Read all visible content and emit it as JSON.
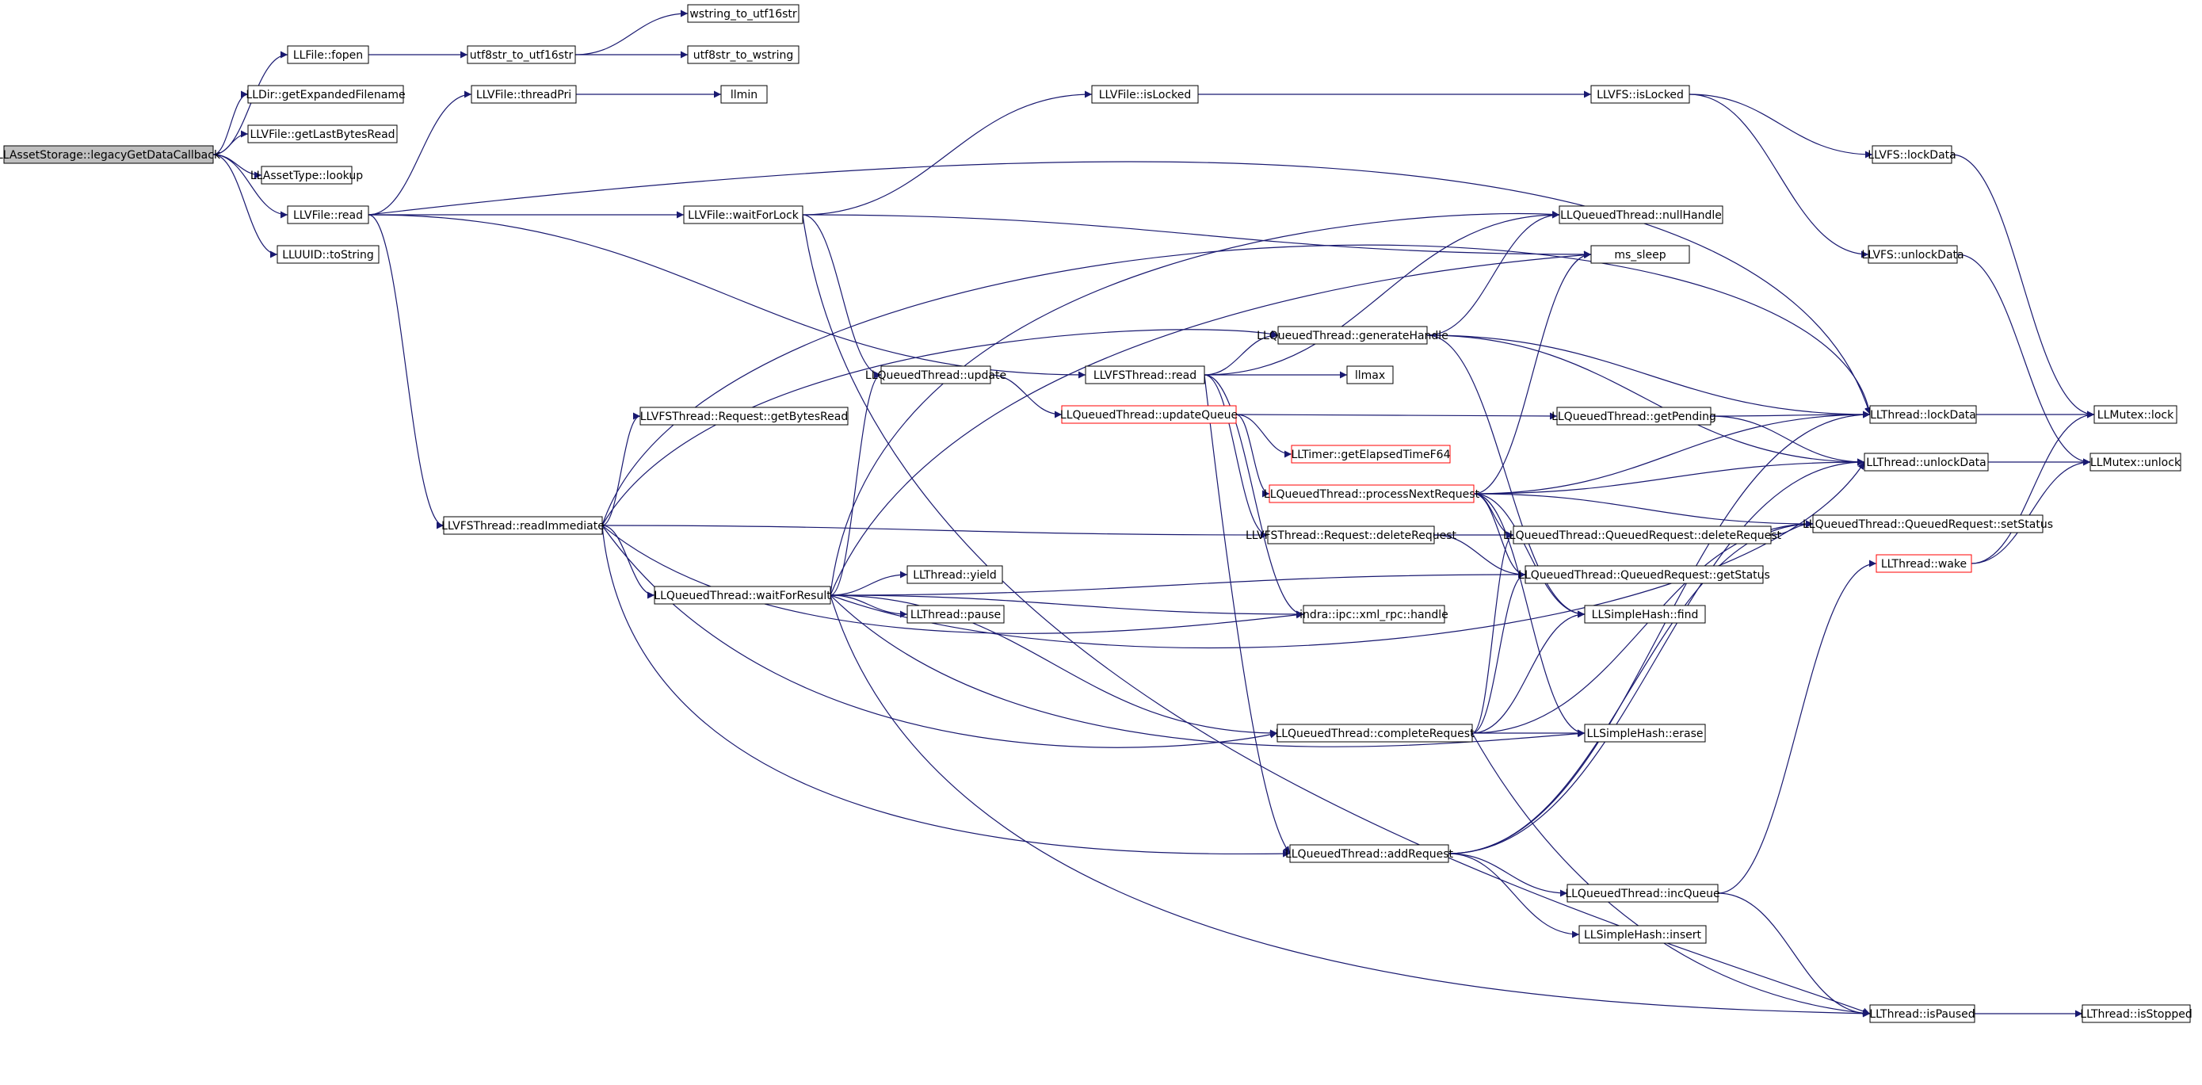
{
  "colors": {
    "edge": "#191970",
    "node_border": "#000000",
    "truncated_border": "#ff0000",
    "root_fill": "#bfbfbf",
    "node_fill": "#ffffff"
  },
  "nodes": [
    {
      "id": "n0",
      "label": "LLAssetStorage::legacyGetDataCallback",
      "root": true
    },
    {
      "id": "n1",
      "label": "LLFile::fopen"
    },
    {
      "id": "n2",
      "label": "LLDir::getExpandedFilename"
    },
    {
      "id": "n3",
      "label": "LLVFile::getLastBytesRead"
    },
    {
      "id": "n4",
      "label": "LLAssetType::lookup"
    },
    {
      "id": "n5",
      "label": "LLVFile::read"
    },
    {
      "id": "n6",
      "label": "LLUUID::toString"
    },
    {
      "id": "n7",
      "label": "utf8str_to_utf16str"
    },
    {
      "id": "n8",
      "label": "wstring_to_utf16str"
    },
    {
      "id": "n9",
      "label": "utf8str_to_wstring"
    },
    {
      "id": "n10",
      "label": "LLVFile::threadPri"
    },
    {
      "id": "n11",
      "label": "llmin"
    },
    {
      "id": "n12",
      "label": "LLVFile::waitForLock"
    },
    {
      "id": "n13",
      "label": "LLVFile::isLocked"
    },
    {
      "id": "n14",
      "label": "LLVFS::isLocked"
    },
    {
      "id": "n15",
      "label": "LLVFS::lockData"
    },
    {
      "id": "n16",
      "label": "LLVFS::unlockData"
    },
    {
      "id": "n17",
      "label": "LLQueuedThread::nullHandle"
    },
    {
      "id": "n18",
      "label": "ms_sleep"
    },
    {
      "id": "n19",
      "label": "LLQueuedThread::generateHandle"
    },
    {
      "id": "n20",
      "label": "LLQueuedThread::update"
    },
    {
      "id": "n21",
      "label": "LLVFSThread::read"
    },
    {
      "id": "n22",
      "label": "llmax"
    },
    {
      "id": "n23",
      "label": "LLQueuedThread::updateQueue",
      "truncated": true
    },
    {
      "id": "n24",
      "label": "LLVFSThread::Request::getBytesRead"
    },
    {
      "id": "n25",
      "label": "LLQueuedThread::getPending"
    },
    {
      "id": "n26",
      "label": "LLThread::lockData"
    },
    {
      "id": "n27",
      "label": "LLMutex::lock"
    },
    {
      "id": "n28",
      "label": "LLTimer::getElapsedTimeF64",
      "truncated": true
    },
    {
      "id": "n29",
      "label": "LLThread::unlockData"
    },
    {
      "id": "n30",
      "label": "LLMutex::unlock"
    },
    {
      "id": "n31",
      "label": "LLQueuedThread::processNextRequest",
      "truncated": true
    },
    {
      "id": "n32",
      "label": "LLVFSThread::readImmediate"
    },
    {
      "id": "n33",
      "label": "LLVFSThread::Request::deleteRequest"
    },
    {
      "id": "n34",
      "label": "LLQueuedThread::QueuedRequest::deleteRequest"
    },
    {
      "id": "n35",
      "label": "LLQueuedThread::QueuedRequest::setStatus"
    },
    {
      "id": "n36",
      "label": "LLThread::wake",
      "truncated": true
    },
    {
      "id": "n37",
      "label": "LLQueuedThread::QueuedRequest::getStatus"
    },
    {
      "id": "n38",
      "label": "LLQueuedThread::waitForResult"
    },
    {
      "id": "n39",
      "label": "LLThread::yield"
    },
    {
      "id": "n40",
      "label": "LLThread::pause"
    },
    {
      "id": "n41",
      "label": "indra::ipc::xml_rpc::handle"
    },
    {
      "id": "n42",
      "label": "LLSimpleHash::find"
    },
    {
      "id": "n43",
      "label": "LLQueuedThread::completeRequest"
    },
    {
      "id": "n44",
      "label": "LLSimpleHash::erase"
    },
    {
      "id": "n45",
      "label": "LLQueuedThread::addRequest"
    },
    {
      "id": "n46",
      "label": "LLQueuedThread::incQueue"
    },
    {
      "id": "n47",
      "label": "LLSimpleHash::insert"
    },
    {
      "id": "n48",
      "label": "LLThread::isPaused"
    },
    {
      "id": "n49",
      "label": "LLThread::isStopped"
    }
  ]
}
